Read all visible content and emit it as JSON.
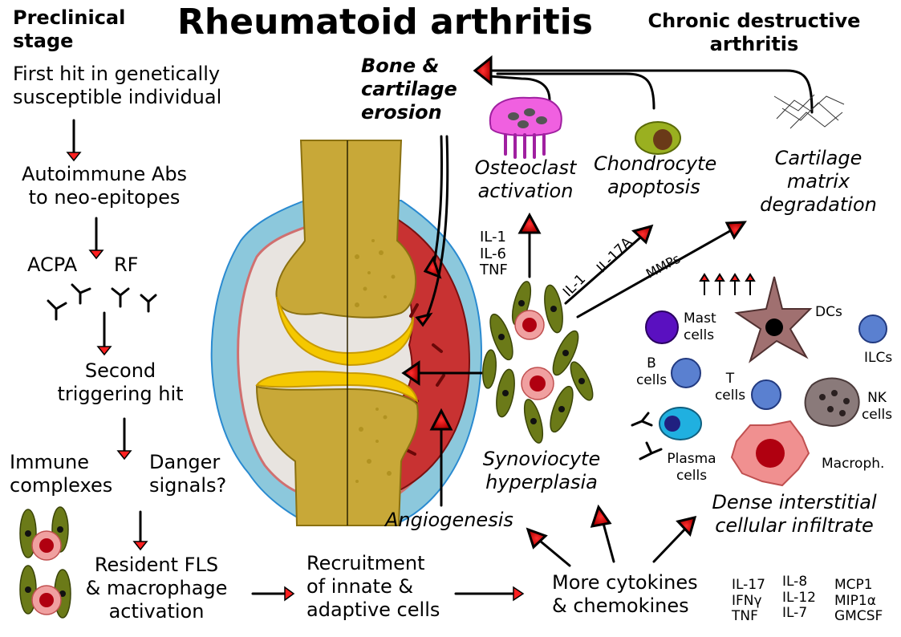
{
  "title": "Rheumatoid arthritis",
  "stages": {
    "preclinical": "Preclinical\nstage",
    "chronic": "Chronic destructive\narthritis"
  },
  "left_flow": {
    "first_hit": "First hit in genetically\nsusceptible individual",
    "autoimmune_abs": "Autoimmune Abs\nto neo-epitopes",
    "acpa": "ACPA",
    "rf": "RF",
    "second_hit": "Second\ntriggering hit",
    "immune_complexes": "Immune\ncomplexes",
    "danger_signals": "Danger\nsignals?",
    "resident_fls": "Resident FLS\n& macrophage\nactivation",
    "recruitment": "Recruitment\nof innate &\nadaptive cells",
    "more_cytokines": "More cytokines\n& chemokines"
  },
  "outcomes": {
    "bone_erosion": "Bone &\ncartilage\nerosion",
    "osteoclast": "Osteoclast\nactivation",
    "chondrocyte": "Chondrocyte\napoptosis",
    "cartilage_matrix": "Cartilage\nmatrix\ndegradation",
    "synoviocyte": "Synoviocyte\nhyperplasia",
    "angiogenesis": "Angiogenesis",
    "dense_infiltrate": "Dense interstitial\ncellular infiltrate"
  },
  "arrow_labels": {
    "il_stack": "IL-1\nIL-6\nTNF",
    "il1": "IL-1",
    "il17a": "IL-17A",
    "mmps": "MMPs"
  },
  "cells": {
    "mast": "Mast\ncells",
    "dcs": "DCs",
    "ilcs": "ILCs",
    "b": "B\ncells",
    "t": "T\ncells",
    "nk": "NK\ncells",
    "plasma": "Plasma\ncells",
    "macroph": "Macroph."
  },
  "cytokines": {
    "col1": "IL-17\nIFNγ\nTNF",
    "col2": "IL-8\nIL-12\nIL-7",
    "col3": "MCP1\nMIP1α\nGMCSF"
  },
  "colors": {
    "bone": "#c8a838",
    "bone_dark": "#a88a18",
    "cartilage": "#f5c800",
    "synovium_red": "#c83232",
    "capsule_blue": "#8cc8dc",
    "fibroblast_green": "#6b7a18",
    "arrow_red": "#ff2020"
  }
}
